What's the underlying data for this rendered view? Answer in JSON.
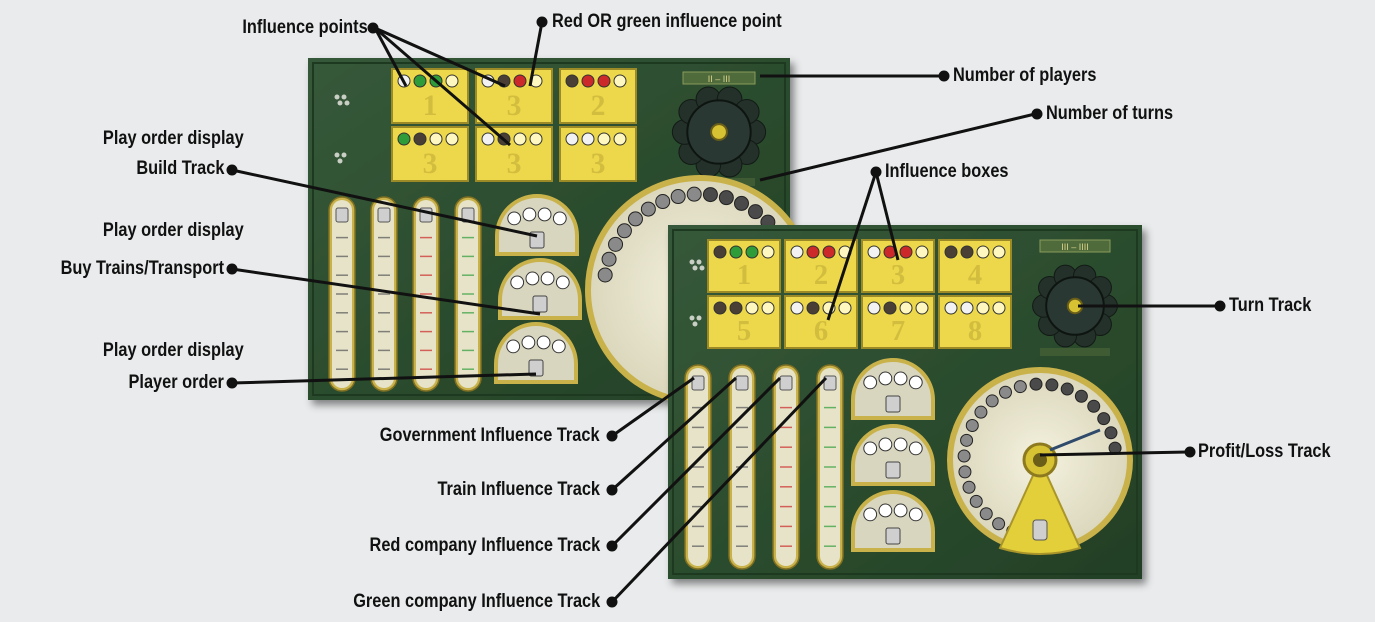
{
  "labels": {
    "influence_points": "Influence points",
    "red_or_green": "Red OR green influence point",
    "number_of_players": "Number of players",
    "number_of_turns": "Number of turns",
    "play_order_display_1": "Play order display",
    "build_track": "Build Track",
    "play_order_display_2": "Play order display",
    "buy_trains": "Buy Trains/Transport",
    "play_order_display_3": "Play order display",
    "player_order": "Player order",
    "influence_boxes": "Influence boxes",
    "turn_track": "Turn Track",
    "profit_loss_track": "Profit/Loss Track",
    "government_track": "Government Influence Track",
    "train_track": "Train Influence Track",
    "red_company_track": "Red company Influence Track",
    "green_company_track": "Green company Influence Track"
  },
  "boards": {
    "small_board_box_numbers": [
      "1",
      "3",
      "2",
      "3",
      "3",
      "3"
    ],
    "large_board_box_numbers": [
      "1",
      "2",
      "3",
      "4",
      "5",
      "6",
      "7",
      "8"
    ],
    "small_board_header": "II – III",
    "large_board_header": "III – IIII"
  },
  "colors": {
    "board_green": "#2d4f2c",
    "box_yellow": "#ecd84a",
    "track_cream": "#e6e3c8",
    "red_point": "#cc2a2a",
    "green_point": "#2f9c3a",
    "gold_rim": "#c9b24a"
  }
}
